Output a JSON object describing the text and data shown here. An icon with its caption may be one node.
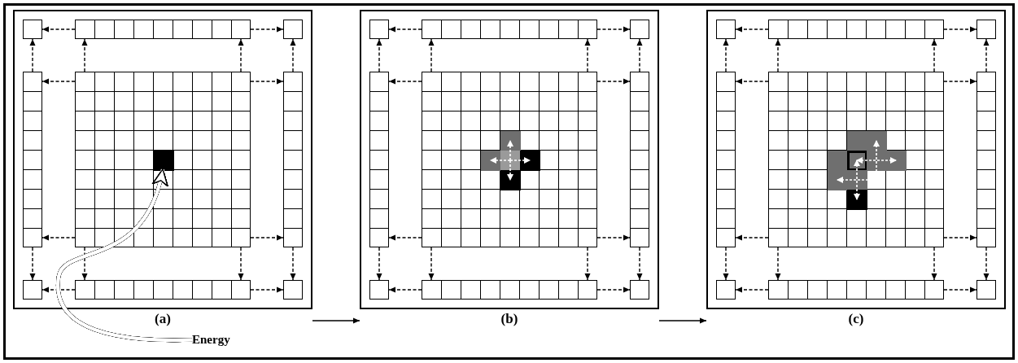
{
  "diagram": {
    "nodes": [
      {
        "text": [
          "(a)"
        ]
      },
      {
        "text": [],
        "shape": "box",
        "in": 0
      },
      {
        "text": [],
        "shape": "bar",
        "in": 0
      },
      {
        "text": [],
        "shape": "box",
        "in": 0
      },
      {
        "text": [],
        "shape": "bar",
        "in": 0
      },
      {
        "text": [],
        "shape": "grid",
        "in": 0
      },
      {
        "text": [],
        "shape": "bar",
        "in": 0
      },
      {
        "text": [],
        "shape": "box",
        "in": 0
      },
      {
        "text": [],
        "shape": "bar",
        "in": 0
      },
      {
        "text": [],
        "shape": "box",
        "in": 0
      },
      {
        "text": [],
        "shape": "box",
        "in": 5
      },
      {
        "text": [
          "Energy"
        ]
      },
      {
        "text": [
          "(b)"
        ]
      },
      {
        "text": [],
        "shape": "box",
        "in": 12
      },
      {
        "text": [],
        "shape": "bar",
        "in": 12
      },
      {
        "text": [],
        "shape": "box",
        "in": 12
      },
      {
        "text": [],
        "shape": "bar",
        "in": 12
      },
      {
        "text": [],
        "shape": "grid",
        "in": 12
      },
      {
        "text": [],
        "shape": "bar",
        "in": 12
      },
      {
        "text": [],
        "shape": "box",
        "in": 12
      },
      {
        "text": [],
        "shape": "bar",
        "in": 12
      },
      {
        "text": [],
        "shape": "box",
        "in": 12
      },
      {
        "text": [
          "(c)"
        ]
      },
      {
        "text": [],
        "shape": "box",
        "in": 22
      },
      {
        "text": [],
        "shape": "bar",
        "in": 22
      },
      {
        "text": [],
        "shape": "box",
        "in": 22
      },
      {
        "text": [],
        "shape": "bar",
        "in": 22
      },
      {
        "text": [],
        "shape": "grid",
        "in": 22
      },
      {
        "text": [],
        "shape": "bar",
        "in": 22
      },
      {
        "text": [],
        "shape": "box",
        "in": 22
      },
      {
        "text": [],
        "shape": "bar",
        "in": 22
      },
      {
        "text": [],
        "shape": "box",
        "in": 22
      }
    ],
    "edges": [
      {
        "from": 2,
        "to": 1,
        "arrow": "to",
        "style": "dashed"
      },
      {
        "from": 2,
        "to": 3,
        "arrow": "to",
        "style": "dashed"
      },
      {
        "from": 4,
        "to": 1,
        "arrow": "to",
        "style": "dashed"
      },
      {
        "from": 5,
        "to": 2,
        "arrow": "to",
        "style": "dashed"
      },
      {
        "from": 5,
        "to": 2,
        "arrow": "to",
        "style": "dashed"
      },
      {
        "from": 6,
        "to": 3,
        "arrow": "to",
        "style": "dashed"
      },
      {
        "from": 5,
        "to": 4,
        "arrow": "to",
        "style": "dashed"
      },
      {
        "from": 5,
        "to": 6,
        "arrow": "to",
        "style": "dashed"
      },
      {
        "from": 5,
        "to": 4,
        "arrow": "to",
        "style": "dashed"
      },
      {
        "from": 5,
        "to": 6,
        "arrow": "to",
        "style": "dashed"
      },
      {
        "from": 4,
        "to": 7,
        "arrow": "to",
        "style": "dashed"
      },
      {
        "from": 5,
        "to": 8,
        "arrow": "to",
        "style": "dashed"
      },
      {
        "from": 5,
        "to": 8,
        "arrow": "to",
        "style": "dashed"
      },
      {
        "from": 6,
        "to": 9,
        "arrow": "to",
        "style": "dashed"
      },
      {
        "from": 8,
        "to": 7,
        "arrow": "to",
        "style": "dashed"
      },
      {
        "from": 8,
        "to": 9,
        "arrow": "to",
        "style": "dashed"
      },
      {
        "from": 11,
        "to": 10,
        "arrow": "to",
        "style": "thick",
        "color": "#ffffff"
      },
      {
        "from": 0,
        "to": 12,
        "arrow": "to"
      },
      {
        "from": 14,
        "to": 13,
        "arrow": "to",
        "style": "dashed"
      },
      {
        "from": 14,
        "to": 15,
        "arrow": "to",
        "style": "dashed"
      },
      {
        "from": 16,
        "to": 13,
        "arrow": "to",
        "style": "dashed"
      },
      {
        "from": 17,
        "to": 14,
        "arrow": "to",
        "style": "dashed"
      },
      {
        "from": 17,
        "to": 14,
        "arrow": "to",
        "style": "dashed"
      },
      {
        "from": 18,
        "to": 15,
        "arrow": "to",
        "style": "dashed"
      },
      {
        "from": 17,
        "to": 16,
        "arrow": "to",
        "style": "dashed"
      },
      {
        "from": 17,
        "to": 18,
        "arrow": "to",
        "style": "dashed"
      },
      {
        "from": 17,
        "to": 16,
        "arrow": "to",
        "style": "dashed"
      },
      {
        "from": 17,
        "to": 18,
        "arrow": "to",
        "style": "dashed"
      },
      {
        "from": 16,
        "to": 19,
        "arrow": "to",
        "style": "dashed"
      },
      {
        "from": 17,
        "to": 20,
        "arrow": "to",
        "style": "dashed"
      },
      {
        "from": 17,
        "to": 20,
        "arrow": "to",
        "style": "dashed"
      },
      {
        "from": 18,
        "to": 21,
        "arrow": "to",
        "style": "dashed"
      },
      {
        "from": 20,
        "to": 19,
        "arrow": "to",
        "style": "dashed"
      },
      {
        "from": 20,
        "to": 21,
        "arrow": "to",
        "style": "dashed"
      },
      {
        "from": 12,
        "to": 22,
        "arrow": "to"
      },
      {
        "from": 24,
        "to": 23,
        "arrow": "to",
        "style": "dashed"
      },
      {
        "from": 24,
        "to": 25,
        "arrow": "to",
        "style": "dashed"
      },
      {
        "from": 26,
        "to": 23,
        "arrow": "to",
        "style": "dashed"
      },
      {
        "from": 27,
        "to": 24,
        "arrow": "to",
        "style": "dashed"
      },
      {
        "from": 27,
        "to": 24,
        "arrow": "to",
        "style": "dashed"
      },
      {
        "from": 28,
        "to": 25,
        "arrow": "to",
        "style": "dashed"
      },
      {
        "from": 27,
        "to": 26,
        "arrow": "to",
        "style": "dashed"
      },
      {
        "from": 27,
        "to": 28,
        "arrow": "to",
        "style": "dashed"
      },
      {
        "from": 27,
        "to": 26,
        "arrow": "to",
        "style": "dashed"
      },
      {
        "from": 27,
        "to": 28,
        "arrow": "to",
        "style": "dashed"
      },
      {
        "from": 26,
        "to": 29,
        "arrow": "to",
        "style": "dashed"
      },
      {
        "from": 27,
        "to": 30,
        "arrow": "to",
        "style": "dashed"
      },
      {
        "from": 27,
        "to": 30,
        "arrow": "to",
        "style": "dashed"
      },
      {
        "from": 28,
        "to": 31,
        "arrow": "to",
        "style": "dashed"
      },
      {
        "from": 30,
        "to": 29,
        "arrow": "to",
        "style": "dashed"
      },
      {
        "from": 30,
        "to": 31,
        "arrow": "to",
        "style": "dashed"
      }
    ]
  }
}
